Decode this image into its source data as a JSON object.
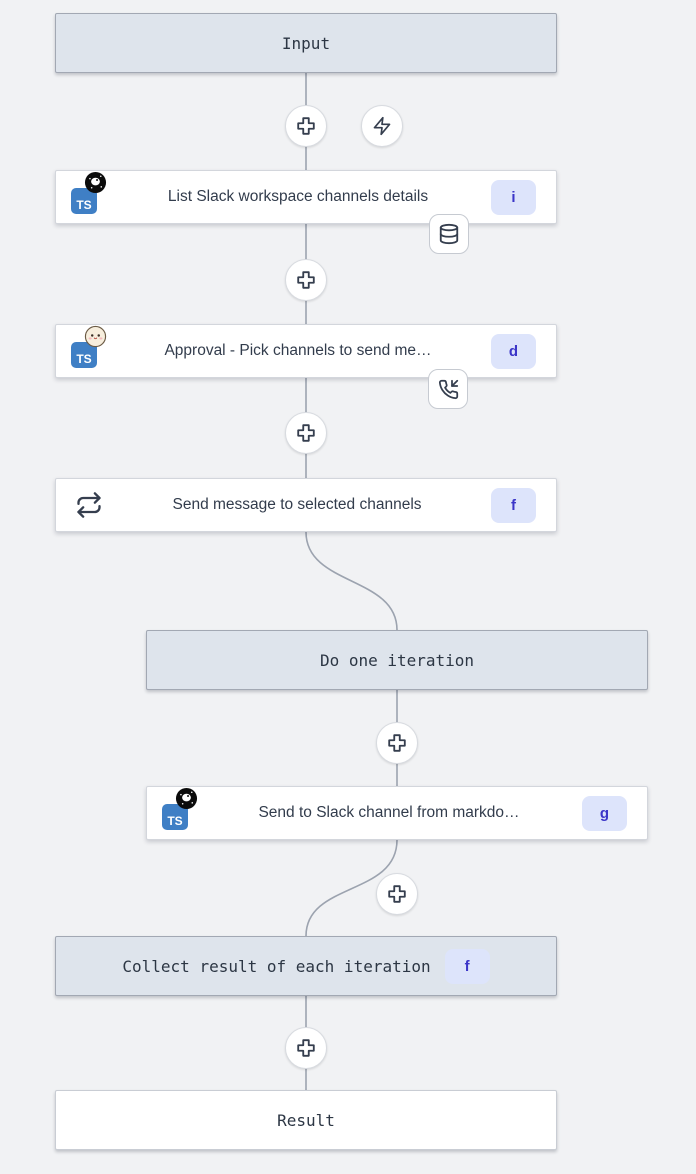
{
  "boxes": {
    "input": {
      "label": "Input"
    },
    "do_iteration": {
      "label": "Do one iteration"
    },
    "collect": {
      "label": "Collect result of each iteration",
      "badge": "f"
    },
    "result": {
      "label": "Result"
    }
  },
  "nodes": [
    {
      "label": "List Slack workspace channels details",
      "badge": "i",
      "lang_badge": "TS",
      "runtime": "deno",
      "attachment": "cache-database-icon"
    },
    {
      "label": "Approval - Pick channels to send me…",
      "badge": "d",
      "lang_badge": "TS",
      "runtime": "bun",
      "attachment": "suspend-phone-incoming-icon"
    },
    {
      "label": "Send message to selected channels",
      "badge": "f",
      "icon": "forloop-repeat-icon"
    },
    {
      "label": "Send to Slack channel from markdo…",
      "badge": "g",
      "lang_badge": "TS",
      "runtime": "deno"
    }
  ],
  "colors": {
    "canvas_bg": "#f1f2f4",
    "virtual_box_fill": "#dee4ec",
    "virtual_box_border": "#a2a8b3",
    "card_border": "#d3d6dc",
    "badge_bg": "#dde4fb",
    "badge_text": "#3b35c8",
    "typescript_blue": "#3f7fc5",
    "wire": "#9ca3af",
    "icon_stroke": "#353e4e"
  }
}
